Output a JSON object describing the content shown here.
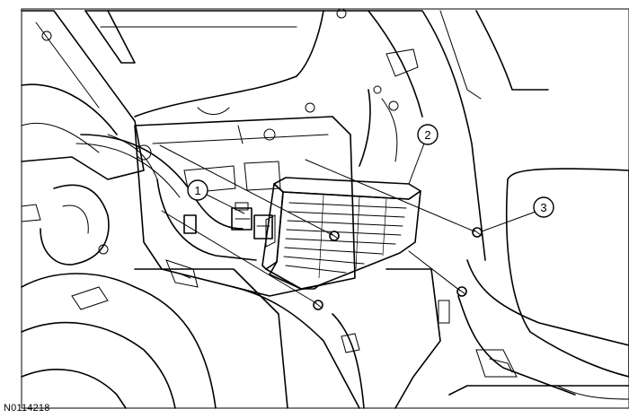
{
  "figure": {
    "reference_code": "N0114218",
    "callouts": [
      {
        "id": "callout-1",
        "label": "1"
      },
      {
        "id": "callout-2",
        "label": "2"
      },
      {
        "id": "callout-3",
        "label": "3"
      }
    ],
    "colors": {
      "line": "#000000",
      "background": "#ffffff"
    }
  }
}
